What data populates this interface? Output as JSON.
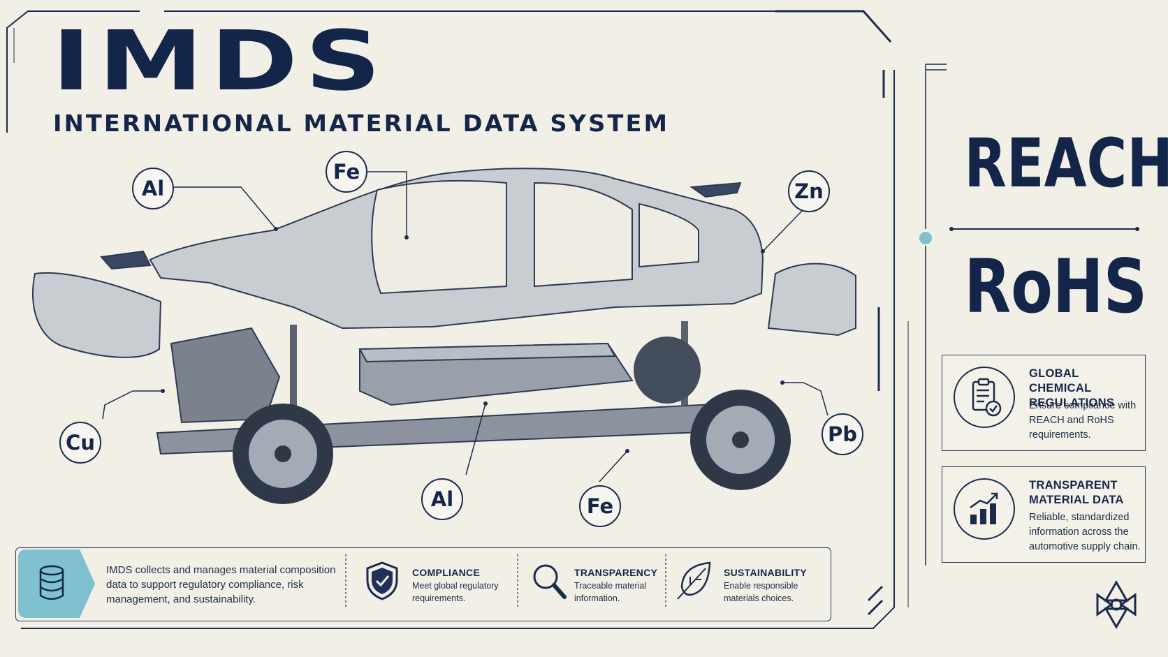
{
  "header": {
    "title": "IMDS",
    "subtitle": "INTERNATIONAL MATERIAL DATA SYSTEM"
  },
  "callouts": {
    "al_top": "Al",
    "fe_top": "Fe",
    "zn": "Zn",
    "cu": "Cu",
    "al_bottom": "Al",
    "fe_bottom": "Fe",
    "pb": "Pb"
  },
  "regulations": {
    "reach": "REACH",
    "rohs": "RoHS"
  },
  "cards": [
    {
      "icon": "clipboard-check-icon",
      "title": "GLOBAL CHEMICAL REGULATIONS",
      "text": "Ensure compliance with REACH and RoHS requirements."
    },
    {
      "icon": "chart-up-icon",
      "title": "TRANSPARENT MATERIAL DATA",
      "text": "Reliable, standardized information across the automotive supply chain."
    }
  ],
  "bottom": {
    "icon": "database-icon",
    "description": "IMDS collects and manages material composition data to support regulatory compliance, risk management, and sustainability.",
    "features": [
      {
        "icon": "shield-check-icon",
        "title": "COMPLIANCE",
        "text": "Meet global regulatory requirements."
      },
      {
        "icon": "magnifier-icon",
        "title": "TRANSPARENCY",
        "text": "Traceable material information."
      },
      {
        "icon": "leaf-icon",
        "title": "SUSTAINABILITY",
        "text": "Enable responsible materials choices."
      }
    ]
  },
  "colors": {
    "navy": "#13264a",
    "background": "#f2efe7",
    "accent_teal": "#7fc1cf"
  }
}
